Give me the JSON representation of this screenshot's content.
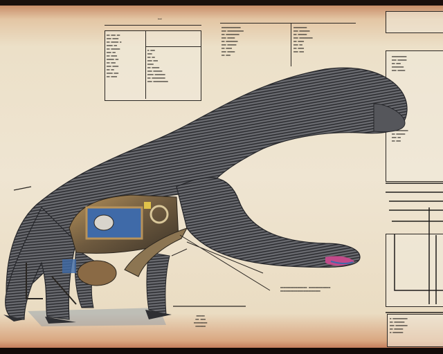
{
  "artwork": {
    "subject": "mechanical sauropod blueprint illustration",
    "style": "vintage technical schematic on aged parchment",
    "colors": {
      "paper": "#efe5d2",
      "paper_edge": "#c98e6a",
      "frame": "#120a08",
      "ink": "#2b2824",
      "body_gray": "#5a5a5e",
      "body_dark": "#2e2f33",
      "machine_brass": "#a07a45",
      "machine_blue": "#3f6aa8",
      "mouth_pink": "#c24a8a"
    }
  },
  "annotations": {
    "top_left_table": {
      "heading": "ꟷ",
      "rows_left": [
        "▬▬ ▬▬▬ ▬▬",
        "▬▬▬ ▬▬▬▬",
        "▬▬ ▬▬▬▬▬ ▬",
        "▬▬▬▬ ▬▬",
        "▬▬ ▬▬▬▬▬▬",
        "▬▬▬ ▬▬",
        "▬▬ ▬▬▬▬",
        "▬▬▬▬▬ ▬▬",
        "▬▬ ▬▬▬",
        "▬▬▬ ▬▬▬▬",
        "▬▬ ▬▬",
        "▬▬▬▬ ▬▬▬",
        "▬▬ ▬▬▬▬"
      ],
      "rows_right": [
        "▬ ▬▬▬",
        "▬▬▬",
        "▬▬ ▬▬",
        "▬▬▬ ▬▬▬",
        "▬▬▬▬",
        "▬▬ ▬▬▬▬▬",
        "▬▬▬ ▬▬▬▬▬▬",
        "▬▬▬▬ ▬▬▬▬▬▬▬",
        "▬▬ ▬▬▬▬▬▬▬▬▬",
        "▬▬▬ ▬▬▬▬▬▬▬▬▬▬"
      ]
    },
    "top_center_table": {
      "rows_left": [
        "▬▬▬▬▬▬▬▬▬▬▬▬▬",
        "▬▬▬ ▬▬▬▬▬▬▬▬▬▬▬",
        "▬▬ ▬▬▬▬▬▬▬▬▬",
        "▬▬▬ ▬▬▬▬▬",
        "▬▬ ▬▬▬▬▬▬▬▬",
        "▬▬▬ ▬▬▬▬▬▬",
        "▬▬ ▬▬▬▬",
        "▬▬▬ ▬▬▬▬▬",
        "▬▬ ▬▬▬"
      ],
      "rows_right": [
        "▬▬▬▬▬▬▬▬▬",
        "▬▬▬ ▬▬▬▬▬▬▬",
        "▬▬ ▬▬▬▬▬▬",
        "▬▬▬ ▬▬▬▬▬▬▬▬▬",
        "▬▬ ▬▬▬▬",
        "▬▬▬ ▬▬",
        "▬▬ ▬▬▬▬",
        "▬▬▬ ▬▬▬"
      ]
    },
    "right_column_text": [
      "▬▬▬▬▬▬▬▬▬▬",
      "▬▬▬ ▬▬▬▬▬▬",
      "▬▬ ▬▬▬",
      "▬▬▬▬▬▬▬▬",
      "▬▬▬ ▬▬▬▬▬"
    ],
    "right_mid_text": [
      "▬▬▬▬▬▬▬▬▬▬▬",
      "▬▬ ▬▬▬▬▬▬",
      "▬▬▬ ▬▬",
      "▬▬ ▬▬▬"
    ],
    "bottom_right_table": [
      "▬ ▬▬▬▬▬▬▬▬▬▬",
      "▬▬ ▬▬▬▬▬▬▬",
      "▬▬▬ ▬▬▬▬▬▬▬▬",
      "▬▬ ▬▬▬▬▬▬",
      "▬ ▬▬▬▬▬▬▬"
    ],
    "center_caption": [
      "▬▬▬▬▬▬▬▬▬▬▬▬▬▬▬▬ ▬▬▬▬▬▬▬▬▬▬▬▬▬",
      "▬▬▬▬▬▬▬▬▬▬▬▬▬▬▬▬▬▬▬▬▬▬▬▬"
    ],
    "bottom_caption": [
      "▬▬▬▬▬",
      "▬▬ ▬▬▬",
      "▬▬▬▬▬▬▬▬",
      "▬▬▬▬▬▬"
    ]
  }
}
